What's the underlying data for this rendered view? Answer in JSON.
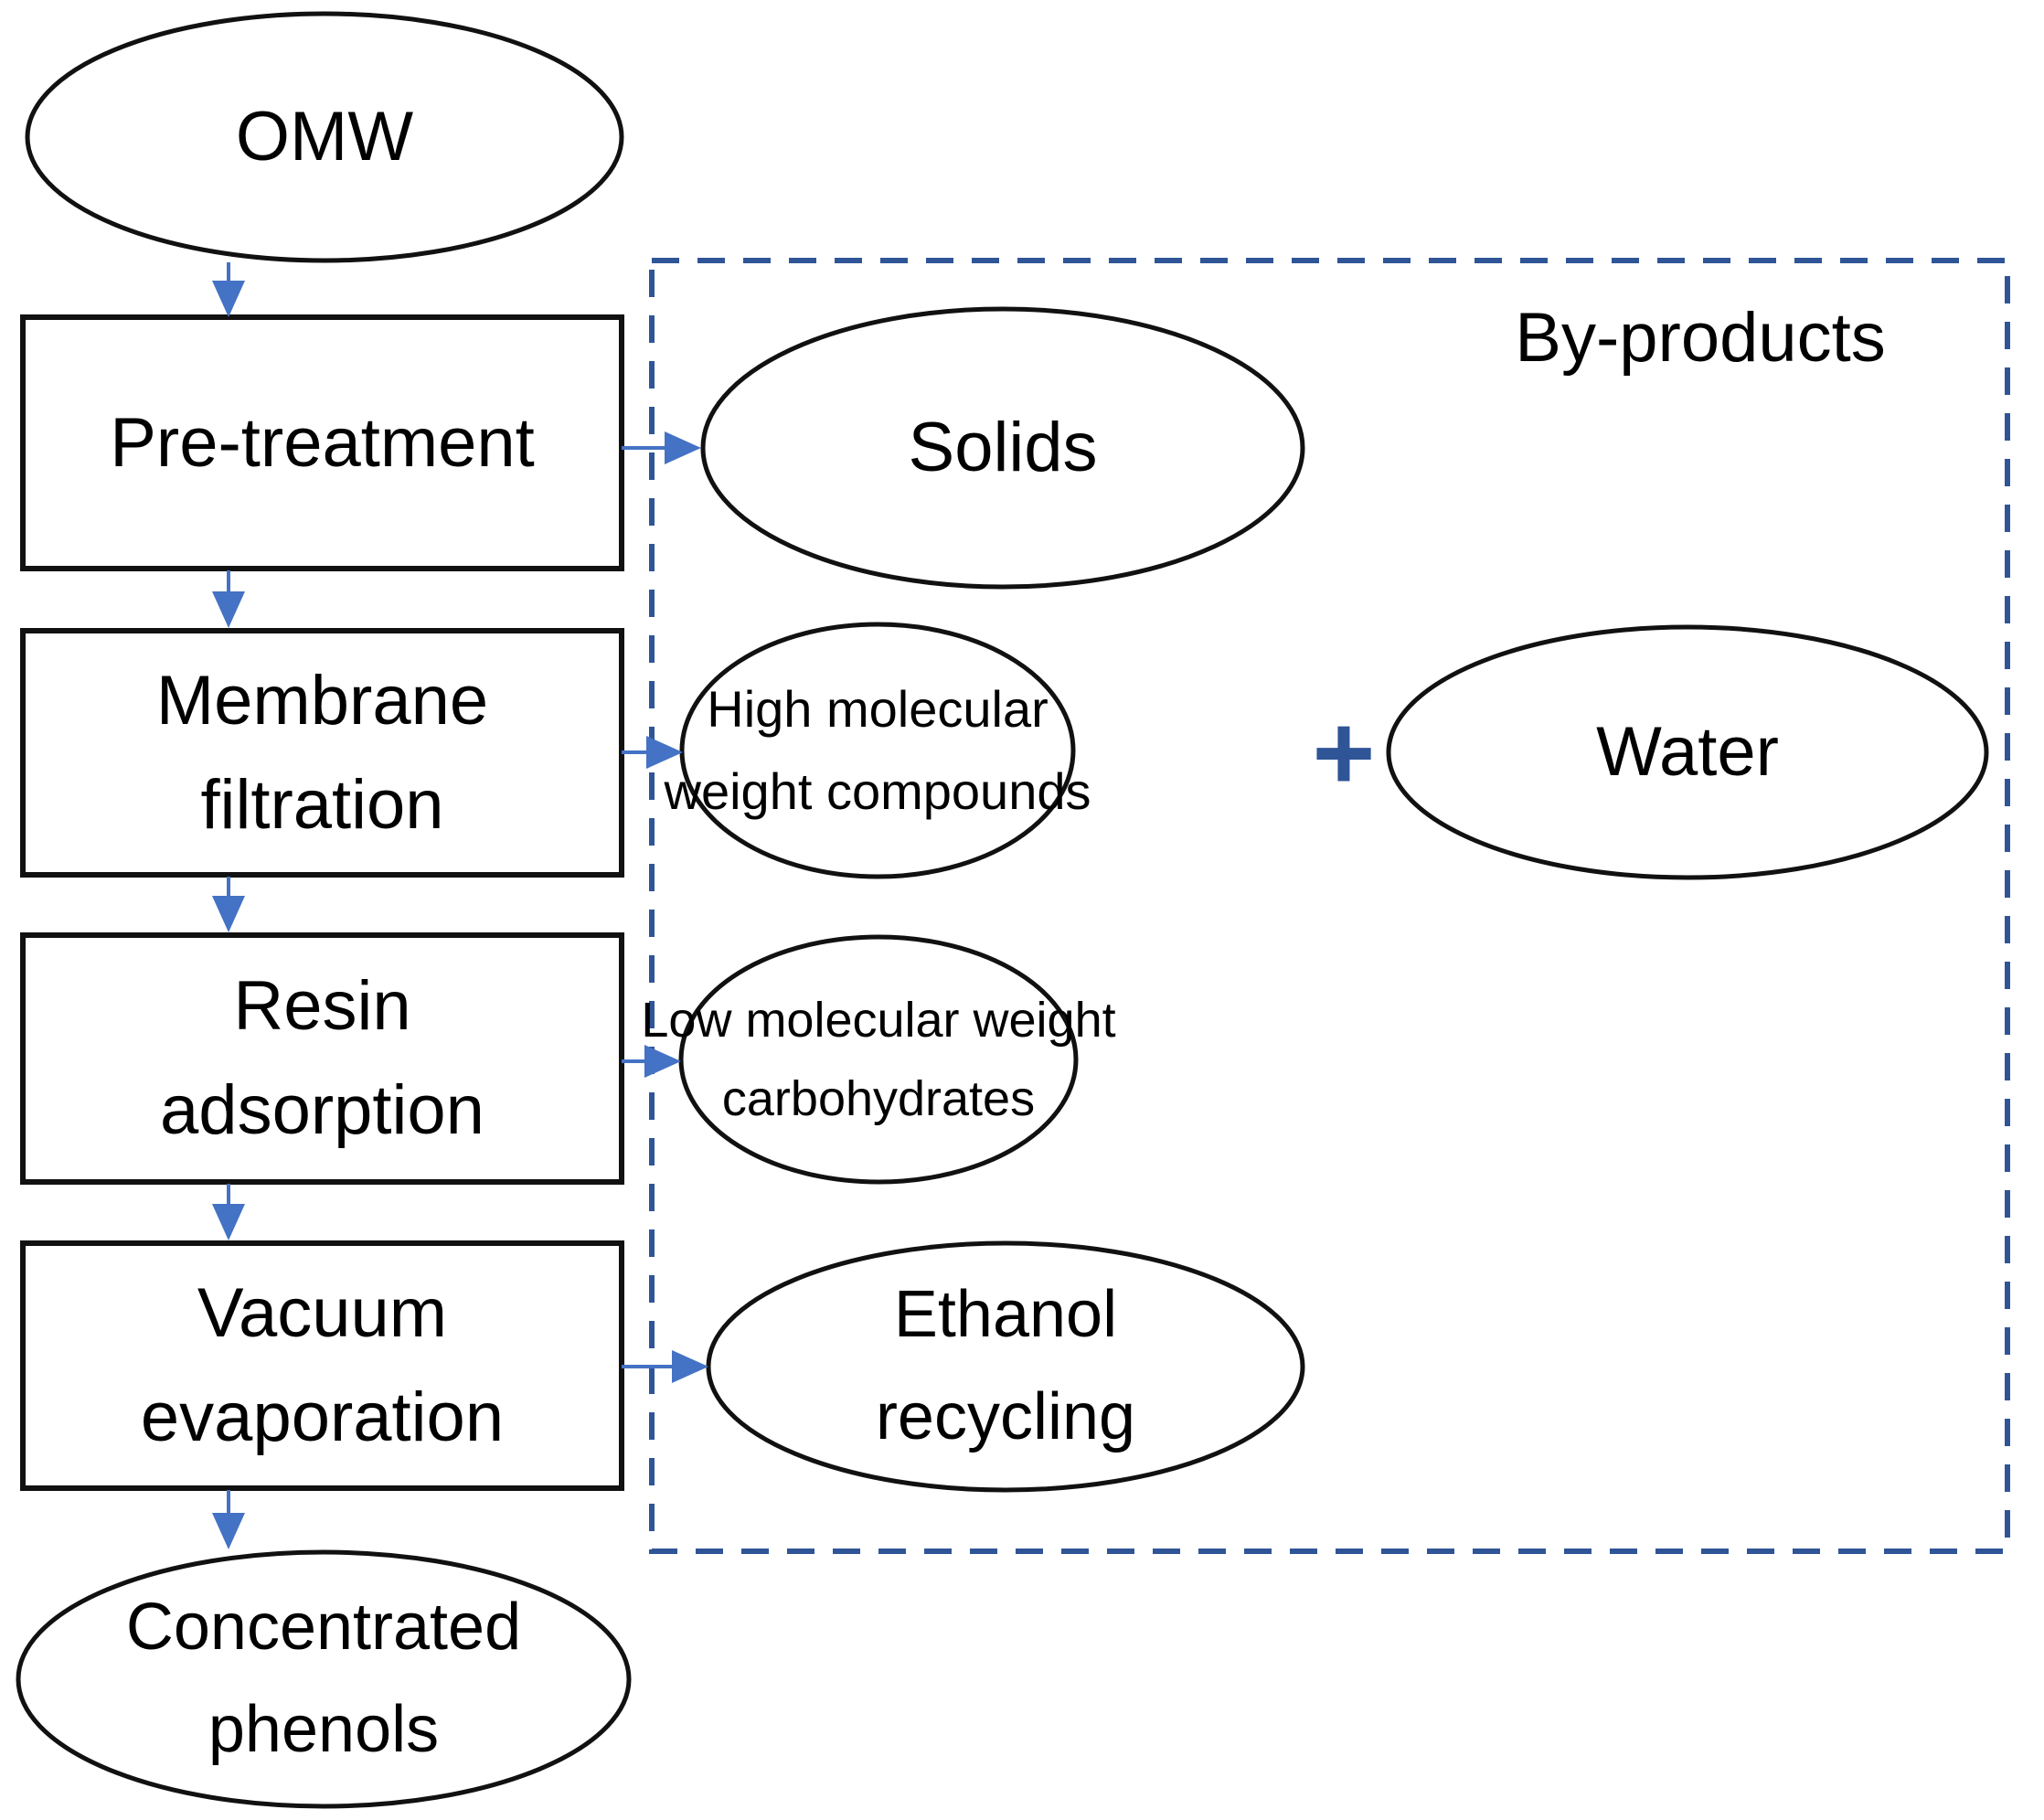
{
  "colors": {
    "arrow": "#4472C4",
    "byproducts": "#2F5597",
    "stroke": "#111111",
    "text": "#000000",
    "bg": "#FFFFFF"
  },
  "byproducts_group": {
    "label": "By-products",
    "plus": "+"
  },
  "process_nodes": [
    {
      "id": "omw",
      "shape": "ellipse",
      "lines": [
        "OMW"
      ]
    },
    {
      "id": "pre-treatment",
      "shape": "rect",
      "lines": [
        "Pre-treatment"
      ]
    },
    {
      "id": "membrane-filtration",
      "shape": "rect",
      "lines": [
        "Membrane",
        "filtration"
      ]
    },
    {
      "id": "resin-adsorption",
      "shape": "rect",
      "lines": [
        "Resin",
        "adsorption"
      ]
    },
    {
      "id": "vacuum-evaporation",
      "shape": "rect",
      "lines": [
        "Vacuum",
        "evaporation"
      ]
    },
    {
      "id": "concentrated-phenols",
      "shape": "ellipse",
      "lines": [
        "Concentrated",
        "phenols"
      ]
    }
  ],
  "byproduct_nodes": [
    {
      "id": "solids",
      "lines": [
        "Solids"
      ]
    },
    {
      "id": "high-molecular-weight-compounds",
      "lines": [
        "High molecular",
        "weight compounds"
      ]
    },
    {
      "id": "water",
      "lines": [
        "Water"
      ]
    },
    {
      "id": "low-molecular-weight-carbohydrates",
      "lines": [
        "Low molecular weight",
        "carbohydrates"
      ]
    },
    {
      "id": "ethanol-recycling",
      "lines": [
        "Ethanol",
        "recycling"
      ]
    }
  ]
}
